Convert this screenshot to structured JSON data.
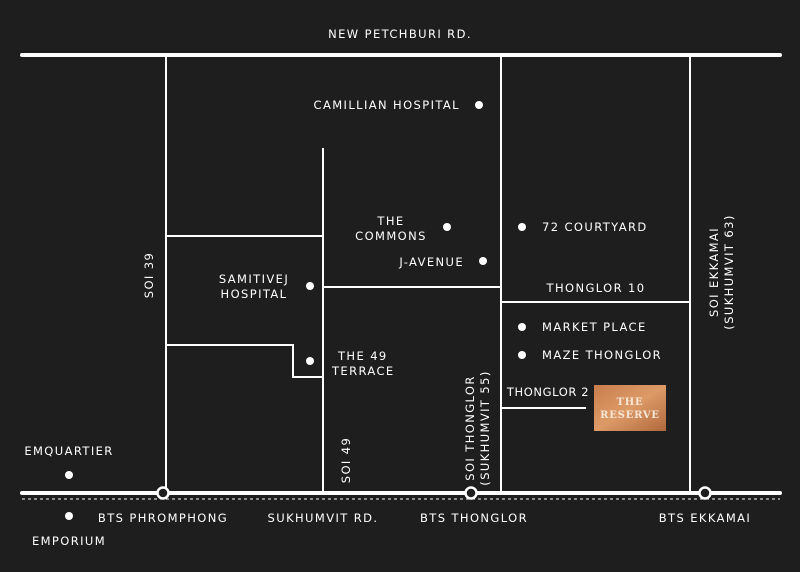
{
  "roads": {
    "top": "NEW PETCHBURI RD.",
    "bottom": "SUKHUMVIT RD.",
    "soi39": "SOI 39",
    "soi49": "SOI 49",
    "thonglor_line1": "SOI THONGLOR",
    "thonglor_line2": "(SUKHUMVIT 55)",
    "ekkamai_line1": "SOI EKKAMAI",
    "ekkamai_line2": "(SUKHUMVIT 63)",
    "thonglor10": "THONGLOR 10",
    "thonglor2": "THONGLOR 2"
  },
  "places": {
    "camillian": "CAMILLIAN HOSPITAL",
    "commons_line1": "THE",
    "commons_line2": "COMMONS",
    "courtyard": "72 COURTYARD",
    "javenue": "J-AVENUE",
    "samitivej_line1": "SAMITIVEJ",
    "samitivej_line2": "HOSPITAL",
    "market": "MARKET PLACE",
    "maze": "MAZE THONGLOR",
    "terrace_line1": "THE 49",
    "terrace_line2": "TERRACE",
    "emquartier": "EMQUARTIER",
    "emporium": "EMPORIUM"
  },
  "stations": {
    "phromphong": "BTS PHROMPHONG",
    "thonglor": "BTS THONGLOR",
    "ekkamai": "BTS EKKAMAI"
  },
  "project": {
    "line1": "THE",
    "line2": "RESERVE"
  },
  "colors": {
    "background": "#1e1e1e",
    "road": "#ffffff",
    "badge_dark": "#b0683c",
    "badge_light": "#d9915d"
  }
}
